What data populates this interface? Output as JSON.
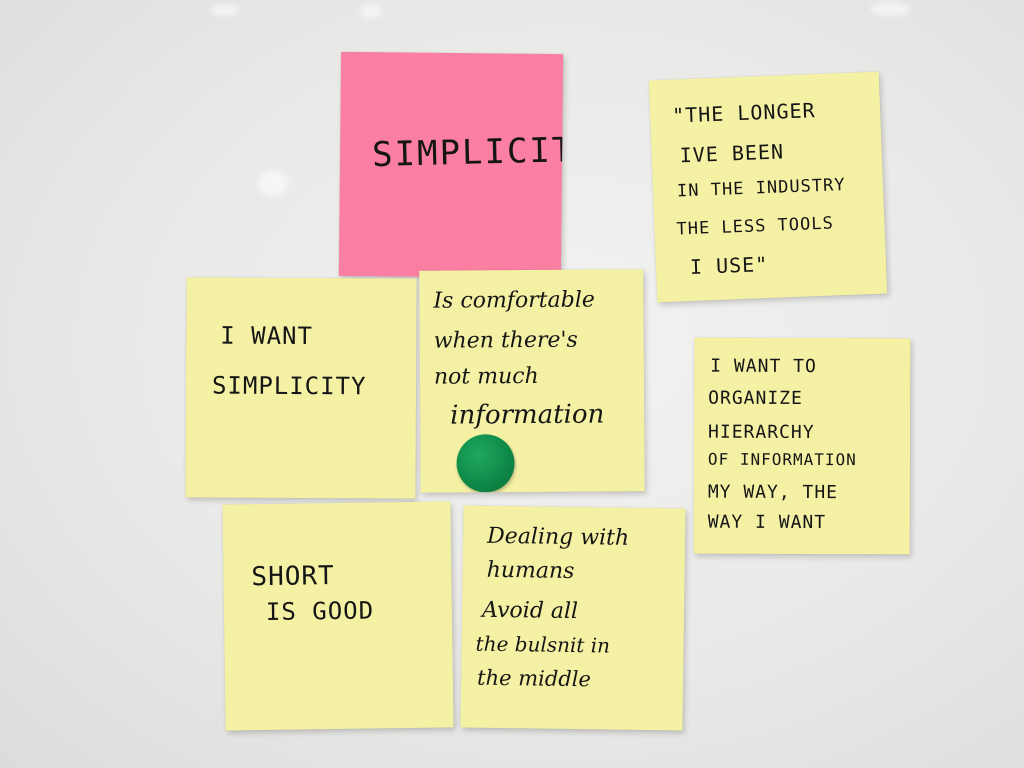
{
  "notes": {
    "simplicity_title": {
      "lines": [
        "SIMPLICITY"
      ]
    },
    "quote": {
      "lines": [
        "\"THE LONGER",
        "IVE BEEN",
        "IN THE INDUSTRY",
        "THE LESS TOOLS",
        "I USE\""
      ]
    },
    "want_simplicity": {
      "lines": [
        "I WANT",
        "SIMPLICITY"
      ]
    },
    "comfortable": {
      "lines": [
        "Is comfortable",
        "when there's",
        "not much",
        "information"
      ]
    },
    "organize": {
      "lines": [
        "I WANT TO",
        "ORGANIZE",
        "HIERARCHY",
        "OF INFORMATION",
        "MY WAY, THE",
        "WAY I WANT"
      ]
    },
    "short_good": {
      "lines": [
        "SHORT",
        "IS GOOD"
      ]
    },
    "humans": {
      "lines": [
        "Dealing with",
        "humans",
        "Avoid all",
        "the bulsnit in",
        "the middle"
      ]
    }
  },
  "colors": {
    "yellow_note": "#f4f1a4",
    "pink_note": "#fb7fa3",
    "green_dot": "#0f8a48",
    "wall": "#ececea"
  }
}
